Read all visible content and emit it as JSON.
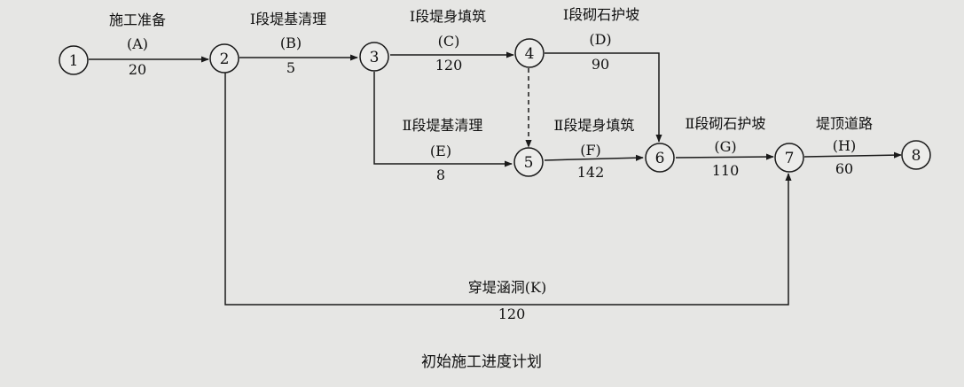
{
  "caption": "初始施工进度计划",
  "colors": {
    "background": "#e6e6e4",
    "ink": "#1a1a1a"
  },
  "nodes": [
    {
      "id": "1",
      "label": "1"
    },
    {
      "id": "2",
      "label": "2"
    },
    {
      "id": "3",
      "label": "3"
    },
    {
      "id": "4",
      "label": "4"
    },
    {
      "id": "5",
      "label": "5"
    },
    {
      "id": "6",
      "label": "6"
    },
    {
      "id": "7",
      "label": "7"
    },
    {
      "id": "8",
      "label": "8"
    }
  ],
  "activities": [
    {
      "id": "A",
      "name": "施工准备",
      "code": "(A)",
      "duration": "20",
      "from": "1",
      "to": "2"
    },
    {
      "id": "B",
      "name": "Ⅰ段堤基清理",
      "code": "(B)",
      "duration": "5",
      "from": "2",
      "to": "3"
    },
    {
      "id": "C",
      "name": "Ⅰ段堤身填筑",
      "code": "(C)",
      "duration": "120",
      "from": "3",
      "to": "4"
    },
    {
      "id": "D",
      "name": "Ⅰ段砌石护坡",
      "code": "(D)",
      "duration": "90",
      "from": "4",
      "to": "6"
    },
    {
      "id": "E",
      "name": "Ⅱ段堤基清理",
      "code": "(E)",
      "duration": "8",
      "from": "3",
      "to": "5"
    },
    {
      "id": "F",
      "name": "Ⅱ段堤身填筑",
      "code": "(F)",
      "duration": "142",
      "from": "5",
      "to": "6"
    },
    {
      "id": "G",
      "name": "Ⅱ段砌石护坡",
      "code": "(G)",
      "duration": "110",
      "from": "6",
      "to": "7"
    },
    {
      "id": "H",
      "name": "堤顶道路",
      "code": "(H)",
      "duration": "60",
      "from": "7",
      "to": "8"
    },
    {
      "id": "K",
      "name": "穿堤涵洞(K)",
      "duration": "120",
      "from": "2",
      "to": "7"
    }
  ],
  "dummy_links": [
    {
      "from": "4",
      "to": "5"
    }
  ]
}
